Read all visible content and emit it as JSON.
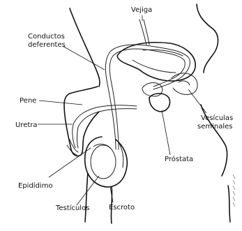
{
  "labels": {
    "vejiga": "Vejiga",
    "conductos_deferentes": [
      "Conductos",
      "deferentes"
    ],
    "pene": "Pene",
    "uretra": "Uretra",
    "vesiculas_seminales": [
      "Vesículas",
      "seminales"
    ],
    "prostata": "Próstata",
    "epididimo": "Epidídimo",
    "testiculos": "Testículos",
    "escroto": "Escroto"
  }
}
